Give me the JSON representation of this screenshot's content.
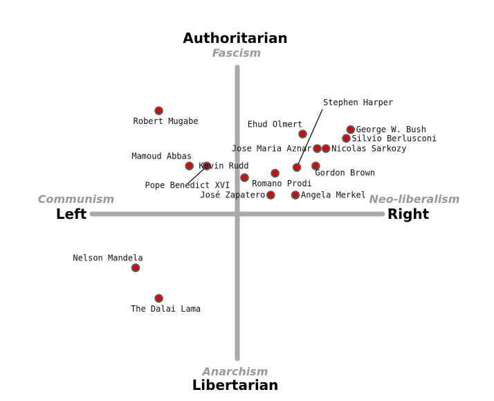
{
  "chart_data": {
    "type": "scatter",
    "axes": {
      "top": {
        "label": "Authoritarian",
        "ideology": "Fascism"
      },
      "bottom": {
        "label": "Libertarian",
        "ideology": "Anarchism"
      },
      "left": {
        "label": "Left",
        "ideology": "Communism"
      },
      "right": {
        "label": "Right",
        "ideology": "Neo-liberalism"
      }
    },
    "xlim": [
      -10,
      10
    ],
    "ylim": [
      -10,
      10
    ],
    "grid": false,
    "legend": "none",
    "colors": {
      "point": "#e00000",
      "point_outline": "#5a5a5a",
      "axis": "#a9a9a9",
      "ideology_text": "#9a9a9a"
    },
    "points": [
      {
        "name": "Robert Mugabe",
        "x": -5.4,
        "y": 7.1,
        "label_anchor": "below"
      },
      {
        "name": "Mamoud Abbas",
        "x": -3.3,
        "y": 3.3,
        "label_anchor": "upper-left"
      },
      {
        "name": "Pope Benedict XVI",
        "x": -2.1,
        "y": 3.3,
        "label_anchor": "leader-below-left"
      },
      {
        "name": "Nelson Mandela",
        "x": -7.0,
        "y": -3.7,
        "label_anchor": "above-left"
      },
      {
        "name": "The Dalai Lama",
        "x": -5.4,
        "y": -5.8,
        "label_anchor": "below"
      },
      {
        "name": "Kevin Rudd",
        "x": 0.5,
        "y": 2.5,
        "label_anchor": "above"
      },
      {
        "name": "Romano Prodi",
        "x": 2.6,
        "y": 2.8,
        "label_anchor": "below"
      },
      {
        "name": "José Zapatero",
        "x": 2.3,
        "y": 1.3,
        "label_anchor": "left"
      },
      {
        "name": "Angela Merkel",
        "x": 4.0,
        "y": 1.3,
        "label_anchor": "right"
      },
      {
        "name": "Ehud Olmert",
        "x": 4.5,
        "y": 5.5,
        "label_anchor": "upper-left"
      },
      {
        "name": "Jose Maria Aznar",
        "x": 5.5,
        "y": 4.5,
        "label_anchor": "left"
      },
      {
        "name": "Stephen Harper",
        "x": 4.1,
        "y": 3.2,
        "label_anchor": "leader-up-right"
      },
      {
        "name": "Gordon Brown",
        "x": 5.4,
        "y": 3.3,
        "label_anchor": "below-right"
      },
      {
        "name": "Nicolas Sarkozy",
        "x": 6.1,
        "y": 4.5,
        "label_anchor": "right"
      },
      {
        "name": "Silvio Berlusconi",
        "x": 7.5,
        "y": 5.2,
        "label_anchor": "right"
      },
      {
        "name": "George W. Bush",
        "x": 7.8,
        "y": 5.8,
        "label_anchor": "right"
      }
    ]
  }
}
